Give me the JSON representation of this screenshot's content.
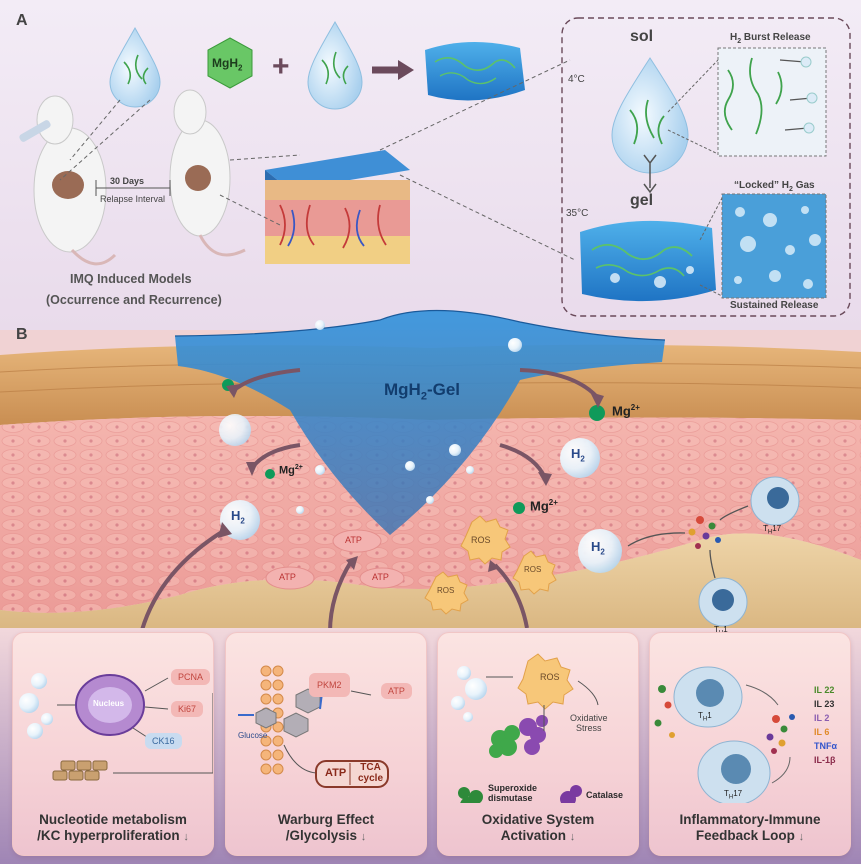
{
  "panel_a": {
    "letter": "A",
    "mgh2": "MgH",
    "mgh2_sub": "2",
    "plus": "+",
    "interval_days": "30 Days",
    "interval_label": "Relapse Interval",
    "models_line1": "IMQ Induced Models",
    "models_line2": "(Occurrence and Recurrence)",
    "sol": "sol",
    "gel": "gel",
    "temp_sol": "4°C",
    "temp_gel": "35°C",
    "burst_prefix": "H",
    "burst_sub": "2",
    "burst_suffix": " Burst Release",
    "locked_prefix": "“Locked” H",
    "locked_sub": "2",
    "locked_suffix": " Gas",
    "sustained": "Sustained Release"
  },
  "panel_b": {
    "letter": "B",
    "gel_prefix": "MgH",
    "gel_sub": "2",
    "gel_suffix": "-Gel",
    "mg_ion": "Mg",
    "mg_sup": "2+",
    "h2": "H",
    "h2_sub": "2",
    "atp": "ATP",
    "ros": "ROS",
    "th17": "T",
    "th17_sub": "H",
    "th17_num": "17",
    "th1_num": "1"
  },
  "panels": {
    "p1": {
      "chips": [
        "PCNA",
        "Ki67",
        "CK16"
      ],
      "nucleus": "Nucleus",
      "title_line1": "Nucleotide metabolism",
      "title_line2": "/KC hyperproliferation",
      "arrow": "↓"
    },
    "p2": {
      "pkm2": "PKM2",
      "atp": "ATP",
      "glucose": "Glucose",
      "atp_box": "ATP",
      "tca_line1": "TCA",
      "tca_line2": "cycle",
      "title_line1": "Warburg Effect",
      "title_line2": "/Glycolysis",
      "arrow": "↓"
    },
    "p3": {
      "ros": "ROS",
      "stress_line1": "Oxidative",
      "stress_line2": "Stress",
      "sod_line1": "Superoxide",
      "sod_line2": "dismutase",
      "catalase": "Catalase",
      "title_line1": "Oxidative System",
      "title_line2": "Activation",
      "arrow": "↓"
    },
    "p4": {
      "cytokines": [
        {
          "label": "IL 22",
          "color": "#4a8a2a"
        },
        {
          "label": "IL 23",
          "color": "#333333"
        },
        {
          "label": "IL 2",
          "color": "#8a5db0"
        },
        {
          "label": "IL 6",
          "color": "#e08a2a"
        },
        {
          "label": "TNFα",
          "color": "#3355cc"
        },
        {
          "label": "IL-1β",
          "color": "#8a2a4a"
        }
      ],
      "title_line1": "Inflammatory-Immune",
      "title_line2": "Feedback Loop",
      "arrow": "↓"
    }
  },
  "colors": {
    "gel_blue": "#2e86cf",
    "hydrogel_green": "#3fa34d",
    "tissue_pink": "#f0a9a4",
    "dermis_tan": "#d9a86a",
    "mg_dot": "#0f9a5a"
  }
}
